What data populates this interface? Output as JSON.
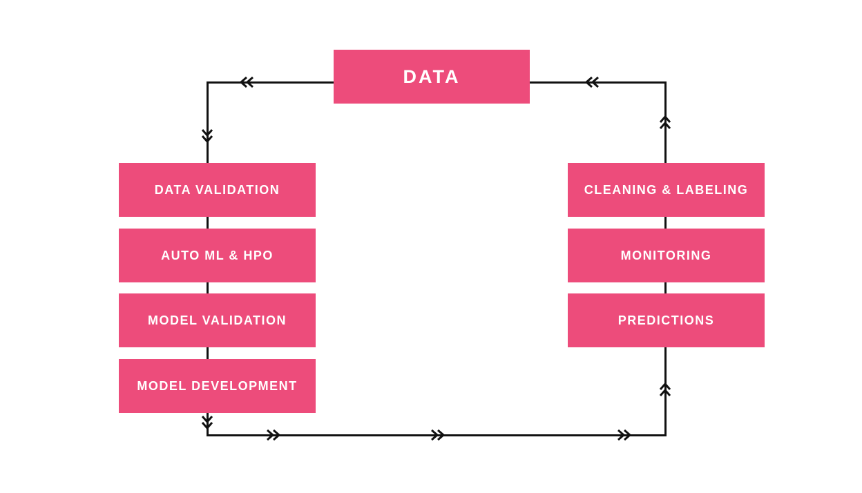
{
  "diagram": {
    "data_label": "DATA",
    "left_column": [
      "DATA VALIDATION",
      "AUTO ML & HPO",
      "MODEL VALIDATION",
      "MODEL DEVELOPMENT"
    ],
    "right_column": [
      "CLEANING & LABELING",
      "MONITORING",
      "PREDICTIONS"
    ],
    "colors": {
      "box_fill": "#ED4C7B",
      "box_text": "#FFFFFF",
      "line": "#111111",
      "background": "#FFFFFF"
    }
  }
}
